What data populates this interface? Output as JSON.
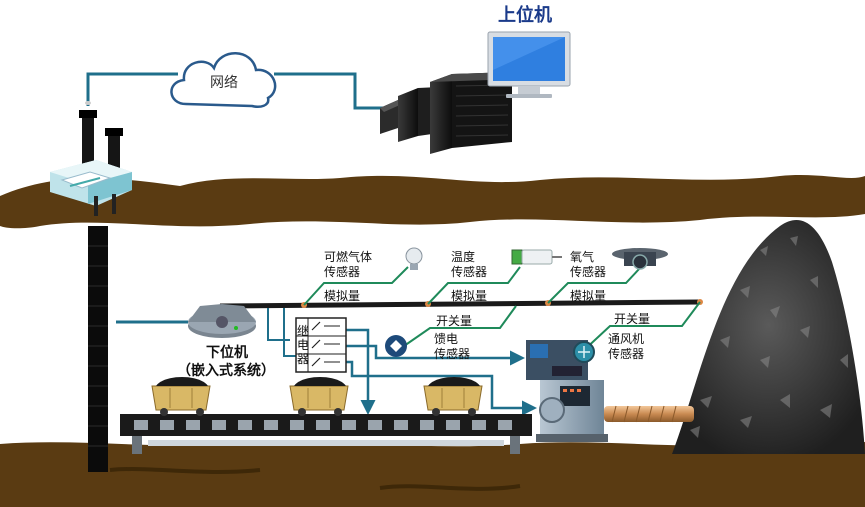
{
  "upper_computer": {
    "label": "上位机"
  },
  "network": {
    "label": "网络"
  },
  "lower_computer": {
    "label": "下位机",
    "sublabel": "（嵌入式系统）"
  },
  "relay": {
    "label": "继电器"
  },
  "signals": {
    "analog_1": "模拟量",
    "analog_2": "模拟量",
    "analog_3": "模拟量",
    "switch_1": "开关量",
    "switch_2": "开关量"
  },
  "sensors": {
    "gas": "可燃气体\n传感器",
    "temperature": "温度\n传感器",
    "oxygen": "氧气\n传感器",
    "feed": "馈电\n传感器",
    "fan": "通风机\n传感器"
  },
  "colors": {
    "soil": "#5a3b12",
    "line": "#1f6f8b",
    "cloud": "#2a5a8c",
    "rail": "#1a1a1a",
    "cart": "#d9b866"
  }
}
